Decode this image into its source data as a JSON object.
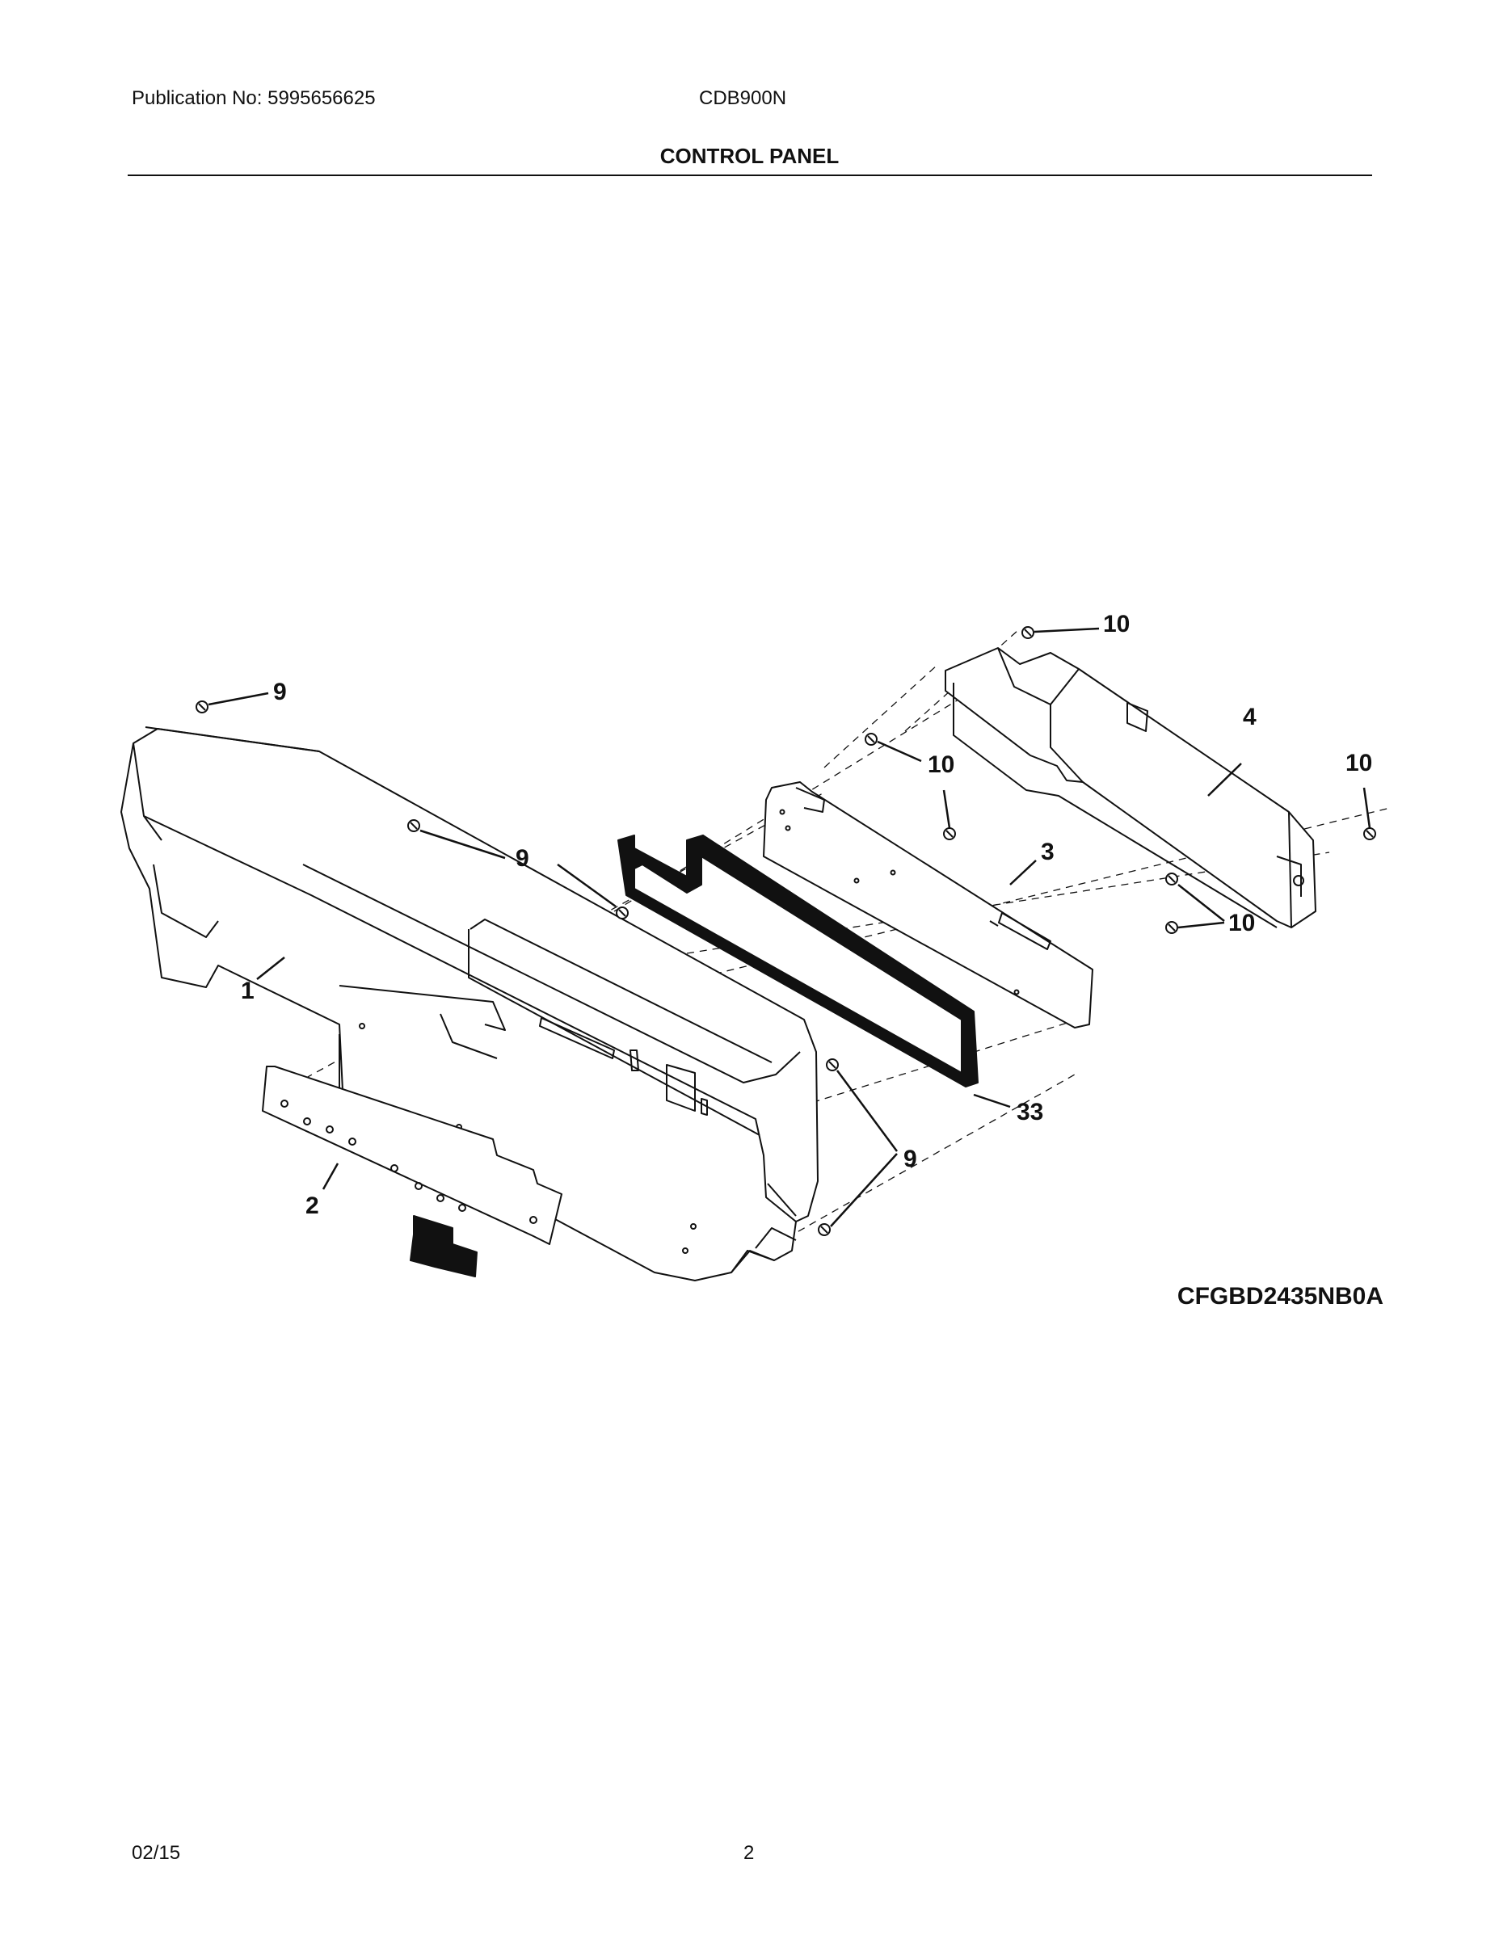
{
  "header": {
    "publication": "Publication No: 5995656625",
    "model": "CDB900N",
    "title": "CONTROL PANEL"
  },
  "diagram": {
    "figure_code": "CFGBD2435NB0A",
    "callouts": [
      {
        "id": "c9a",
        "label": "9"
      },
      {
        "id": "c9b",
        "label": "9"
      },
      {
        "id": "c9c",
        "label": "9"
      },
      {
        "id": "c10a",
        "label": "10"
      },
      {
        "id": "c10b",
        "label": "10"
      },
      {
        "id": "c10c",
        "label": "10"
      },
      {
        "id": "c10d",
        "label": "10"
      },
      {
        "id": "c4",
        "label": "4"
      },
      {
        "id": "c3",
        "label": "3"
      },
      {
        "id": "c1",
        "label": "1"
      },
      {
        "id": "c2",
        "label": "2"
      },
      {
        "id": "c33",
        "label": "33"
      }
    ]
  },
  "footer": {
    "date": "02/15",
    "page": "2"
  }
}
